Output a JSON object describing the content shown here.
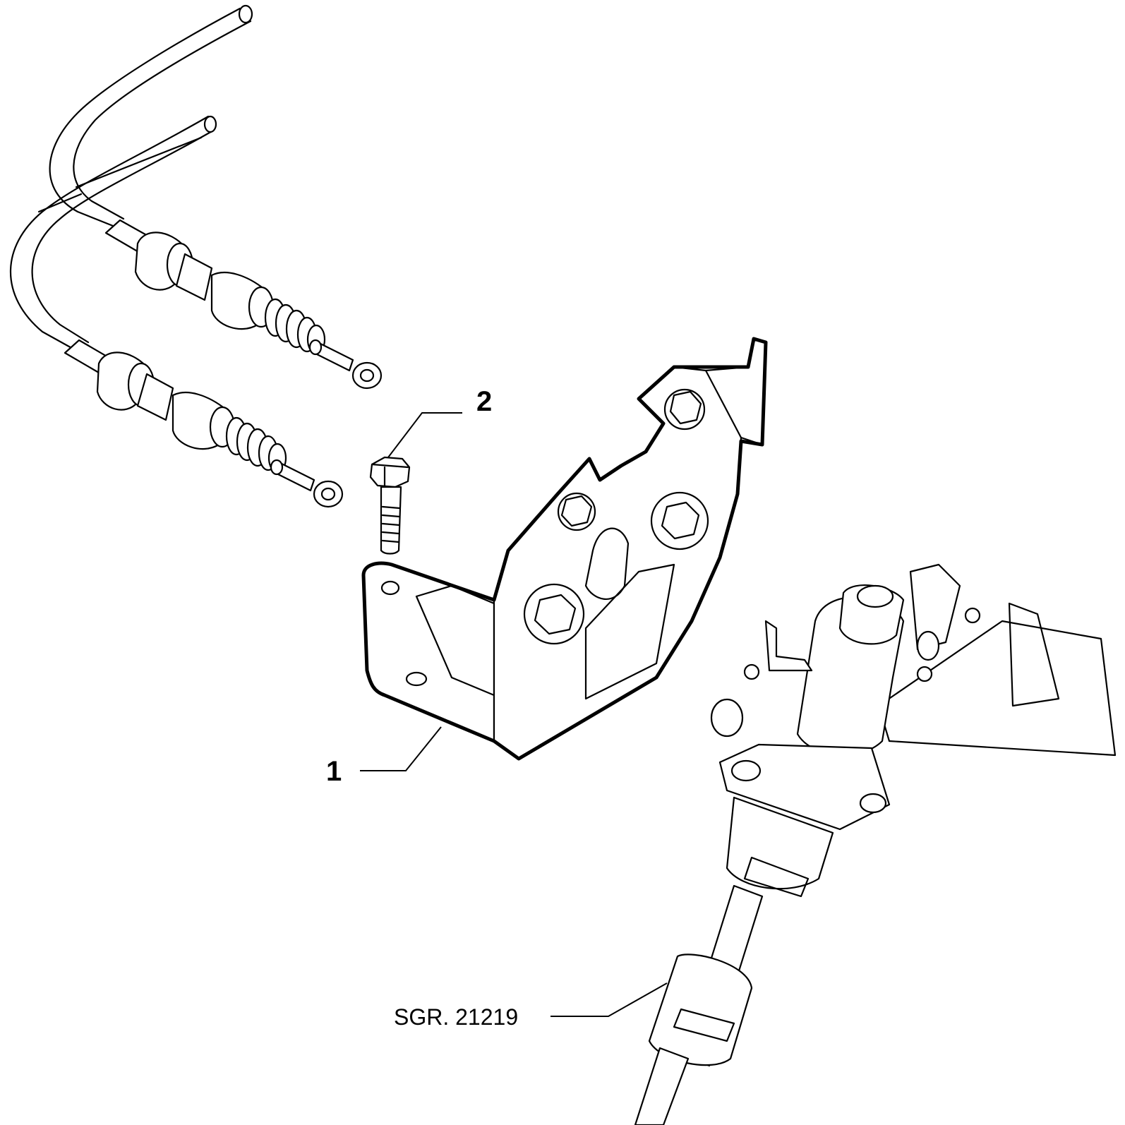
{
  "diagram": {
    "callouts": {
      "part_1": "1",
      "part_2": "2",
      "reference": "SGR. 21219"
    }
  }
}
